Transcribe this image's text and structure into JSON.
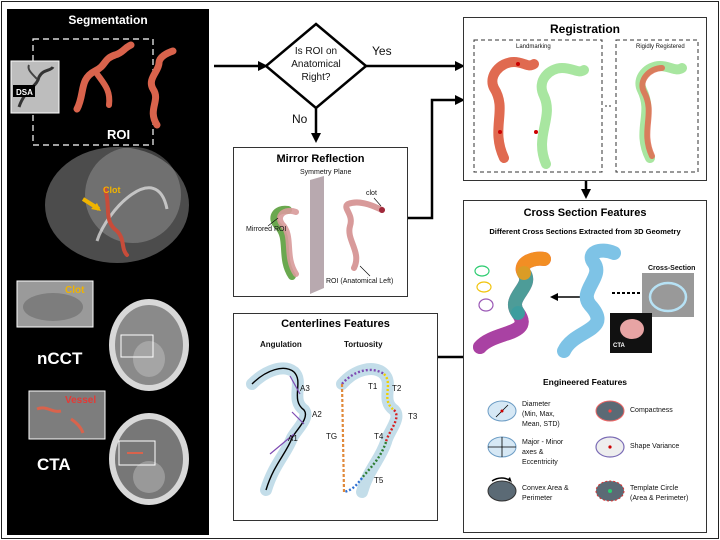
{
  "segmentation": {
    "title": "Segmentation",
    "dsa": "DSA",
    "roi": "ROI",
    "clot": "Clot",
    "nct_clot": "Clot",
    "nct": "nCCT",
    "vessel": "Vessel",
    "cta": "CTA"
  },
  "decision": {
    "question_l1": "Is ROI on",
    "question_l2": "Anatomical",
    "question_l3": "Right?",
    "yes": "Yes",
    "no": "No"
  },
  "mirror": {
    "title": "Mirror Reflection",
    "symmetry": "Symmetry Plane",
    "clot": "clot",
    "mirrored": "Mirrored ROI",
    "roi_left": "ROI (Anatomical Left)"
  },
  "registration": {
    "title": "Registration",
    "landmarking": "Landmarking",
    "rigid": "Rigidly Registered"
  },
  "centerlines": {
    "title": "Centerlines Features",
    "angulation": "Angulation",
    "tortuosity": "Tortuosity",
    "a1": "A1",
    "a2": "A2",
    "a3": "A3",
    "t1": "T1",
    "t2": "T2",
    "t3": "T3",
    "t4": "T4",
    "t5": "T5",
    "tg": "TG"
  },
  "cross": {
    "title": "Cross Section Features",
    "subtitle": "Different Cross Sections Extracted from 3D Geometry",
    "cross_section": "Cross-Section",
    "cta": "CTA",
    "engineered": "Engineered Features",
    "diameter_1": "Diameter",
    "diameter_2": "(Min, Max,",
    "diameter_3": "Mean, STD)",
    "compactness": "Compactness",
    "major_1": "Major - Minor",
    "major_2": "axes &",
    "major_3": "Eccentricity",
    "shape_variance": "Shape Variance",
    "convex_1": "Convex Area &",
    "convex_2": "Perimeter",
    "template_1": "Template Circle",
    "template_2": "(Area & Perimeter)"
  },
  "colors": {
    "vessel_red": "#d9634c",
    "vessel_green": "#9fe09a",
    "vessel_pink": "#d89a9a",
    "cta_blue": "#7ec3e6"
  }
}
